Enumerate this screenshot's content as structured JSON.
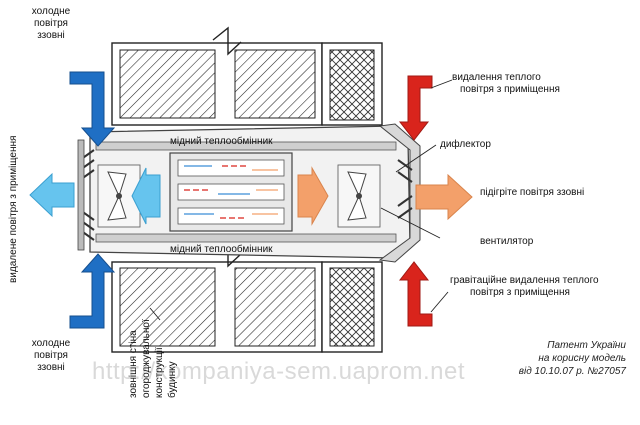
{
  "labels": {
    "cold_air_top": [
      "холодне",
      "повітря",
      "ззовні"
    ],
    "cold_air_bottom": [
      "холодне",
      "повітря",
      "ззовні"
    ],
    "removed_air_vertical": "видалене повітря з приміщення",
    "warm_air_removal": [
      "видалення теплого",
      "повітря з приміщення"
    ],
    "deflector": "дифлектор",
    "copper_exchanger_top": "мідний теплообмінник",
    "copper_exchanger_bottom": "мідний теплообмінник",
    "heated_air": "підігріте повітря ззовні",
    "fan": "вентилятор",
    "gravity_removal": [
      "гравітаційне видалення теплого",
      "повітря з приміщення"
    ],
    "wall_label": [
      "зовнішня стіна",
      "огороджувальної",
      "конструкції",
      "будинку"
    ]
  },
  "patent": [
    "Патент України",
    "на корисну модель",
    "від 10.10.07 р. №27057"
  ],
  "watermark": "http://kompaniya-sem.uaprom.net",
  "colors": {
    "cold_air": "#1f6fc4",
    "warm_air": "#d9241c",
    "exhaust_light_blue": "#66c4ee",
    "heated_orange": "#f3a06a"
  },
  "icons": [
    "fan-icon",
    "fan-icon",
    "arrow-icon"
  ]
}
